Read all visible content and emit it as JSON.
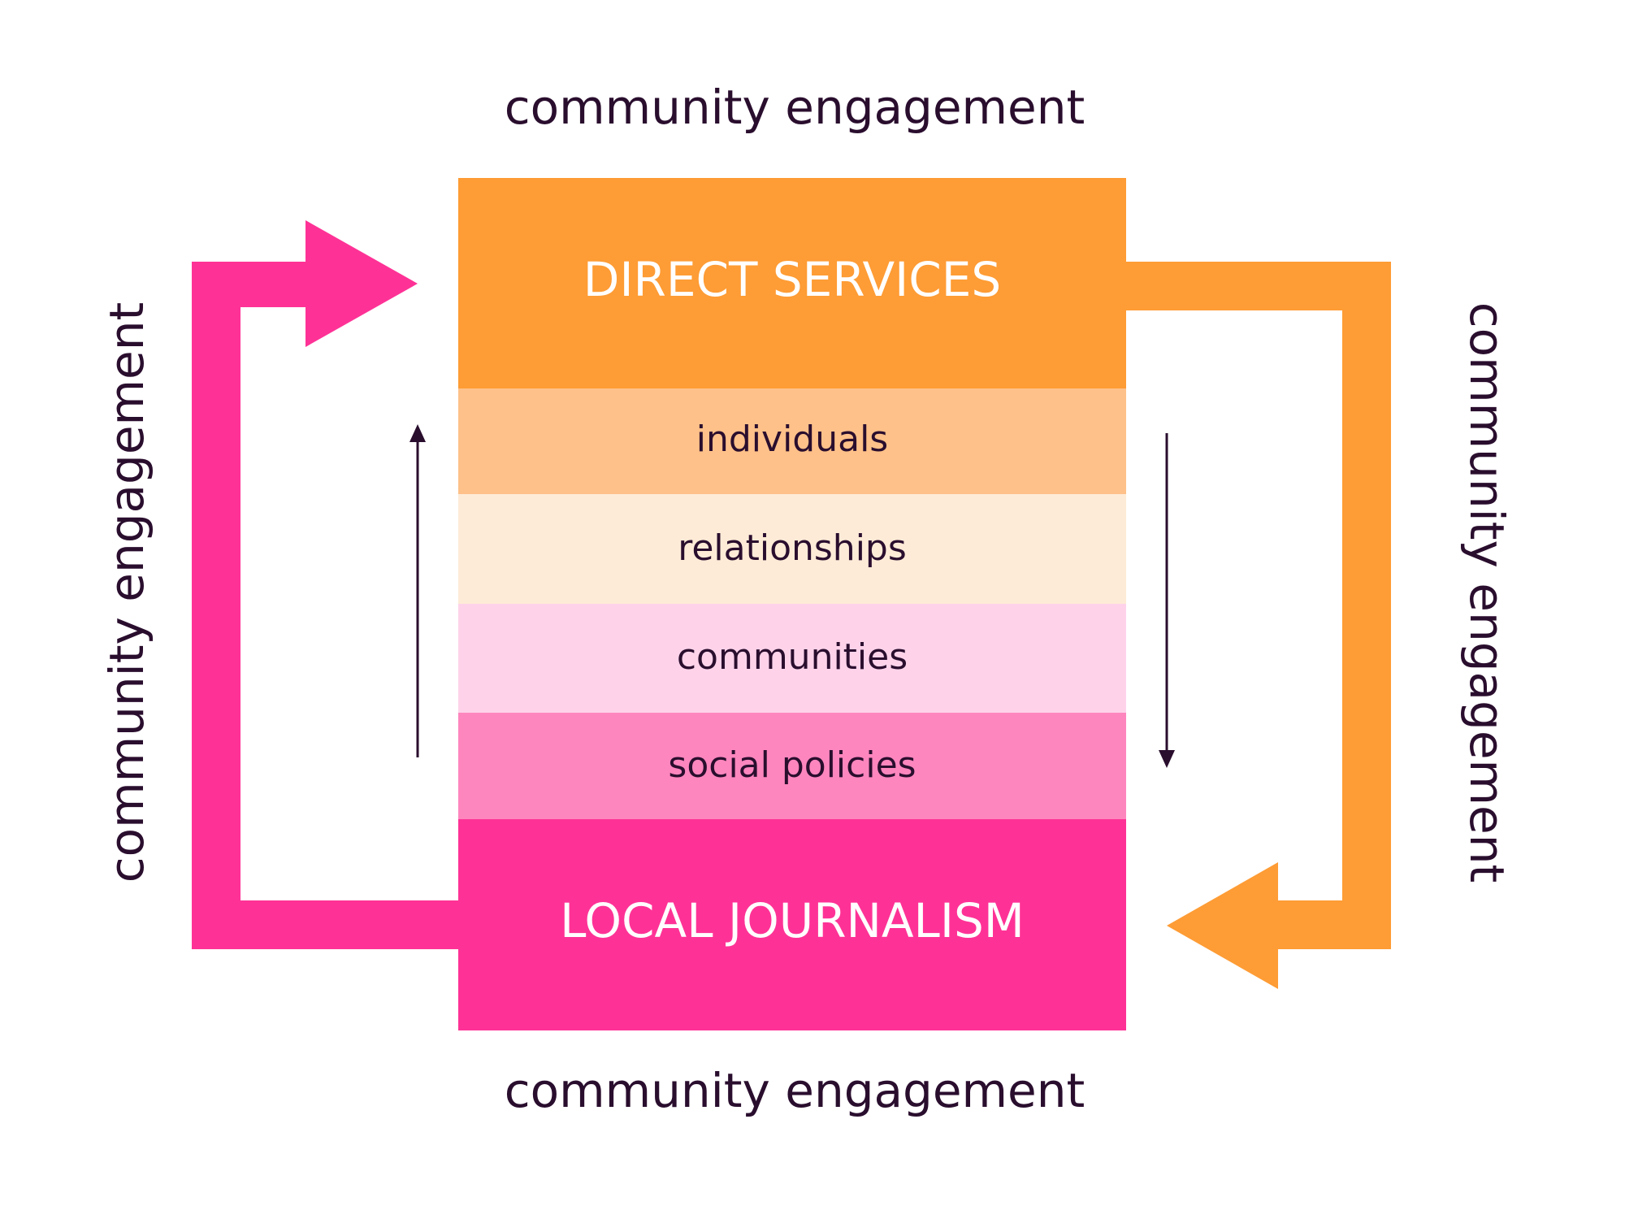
{
  "colors": {
    "dark": "#2a0e2e",
    "orange": "#fe9c35",
    "light_orange": "#fec189",
    "peach": "#feebd7",
    "light_pink": "#fed3ea",
    "pink": "#fe86be",
    "magenta": "#fe3296",
    "white": "#ffffff"
  },
  "labels": {
    "top": "community engagement",
    "bottom": "community engagement",
    "left": "community engagement",
    "right": "community engagement"
  },
  "blocks": {
    "direct_services": "DIRECT SERVICES",
    "individuals": "individuals",
    "relationships": "relationships",
    "communities": "communities",
    "social_policies": "social policies",
    "local_journalism": "LOCAL JOURNALISM"
  }
}
